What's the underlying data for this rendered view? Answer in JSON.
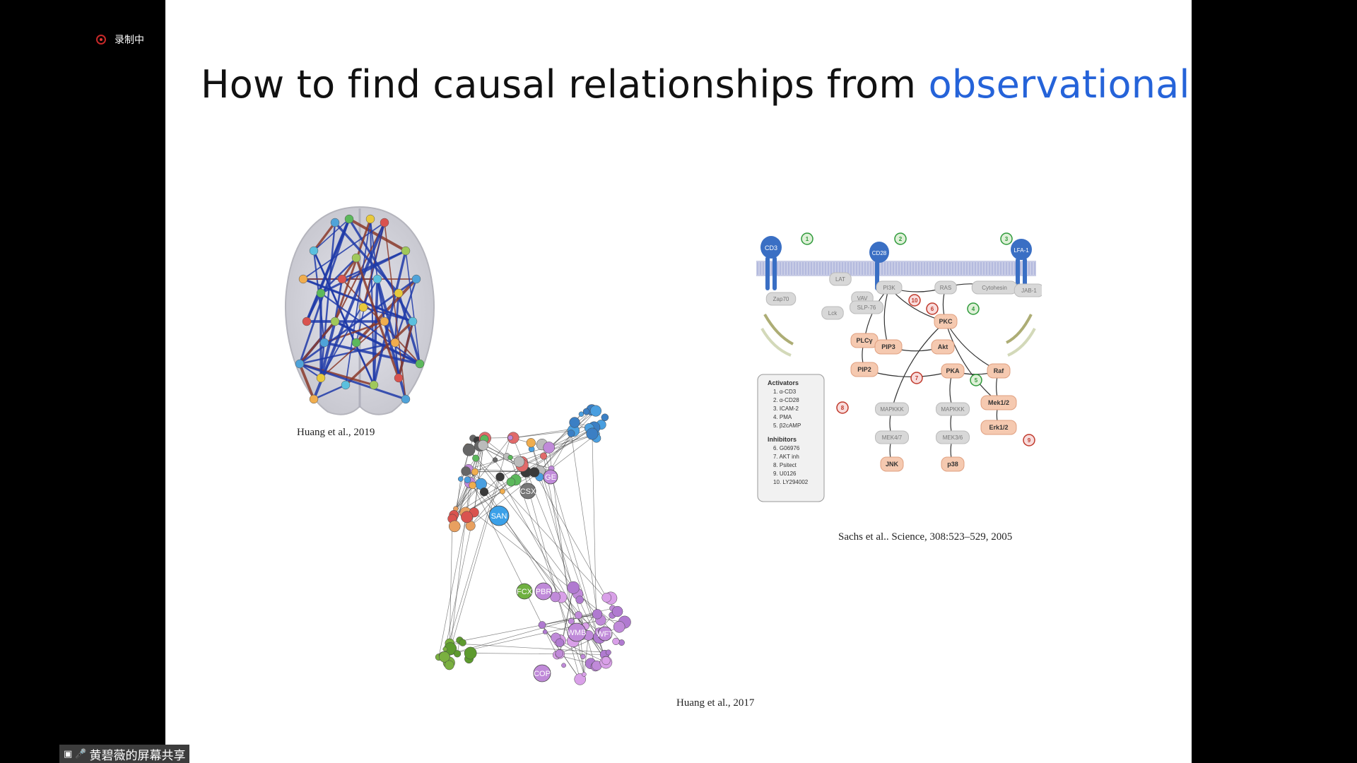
{
  "recording": {
    "label": "录制中",
    "icon": "record-icon",
    "color": "#e53935"
  },
  "slide": {
    "title_prefix": "How to find causal relationships from ",
    "title_highlight": "observational data",
    "title_suffix": "?",
    "highlight_color": "#2563d9"
  },
  "figures": {
    "brain": {
      "caption": "Huang et al., 2019"
    },
    "network": {
      "caption": "Huang et al., 2017",
      "big_labels": [
        "SAN",
        "PBR",
        "FCX",
        "WMB",
        "COP",
        "WFT",
        "CSX",
        "GE"
      ]
    },
    "pathway": {
      "caption": "Sachs et al.. Science, 308:523–529, 2005",
      "receptors": [
        "CD3",
        "CD28",
        "LFA-1"
      ],
      "markers": [
        "1",
        "2",
        "3",
        "4",
        "5",
        "6",
        "7",
        "8",
        "9",
        "10"
      ],
      "nodes_grey": [
        "Zap70",
        "Lck",
        "VAV",
        "SLP-76",
        "PI3K",
        "RAS",
        "Cytohesin",
        "JAB-1",
        "MAPKKK",
        "MAPKKK",
        "MEK4/7",
        "MEK3/6",
        "LAT"
      ],
      "nodes_orange": [
        "PKC",
        "PLCγ",
        "PIP3",
        "Akt",
        "PIP2",
        "PKA",
        "Raf",
        "Mek1/2",
        "Erk1/2",
        "JNK",
        "p38"
      ],
      "legend_activators_title": "Activators",
      "legend_activators": [
        "1. α-CD3",
        "2. α-CD28",
        "3. ICAM-2",
        "4. PMA",
        "5. β2cAMP"
      ],
      "legend_inhibitors_title": "Inhibitors",
      "legend_inhibitors": [
        "6. G06976",
        "7. AKT inh",
        "8. Psitect",
        "9. U0126",
        "10. LY294002"
      ]
    }
  },
  "share_bar": {
    "label": "黄碧薇的屏幕共享",
    "icons": [
      "screen-share-icon",
      "microphone-icon"
    ]
  }
}
